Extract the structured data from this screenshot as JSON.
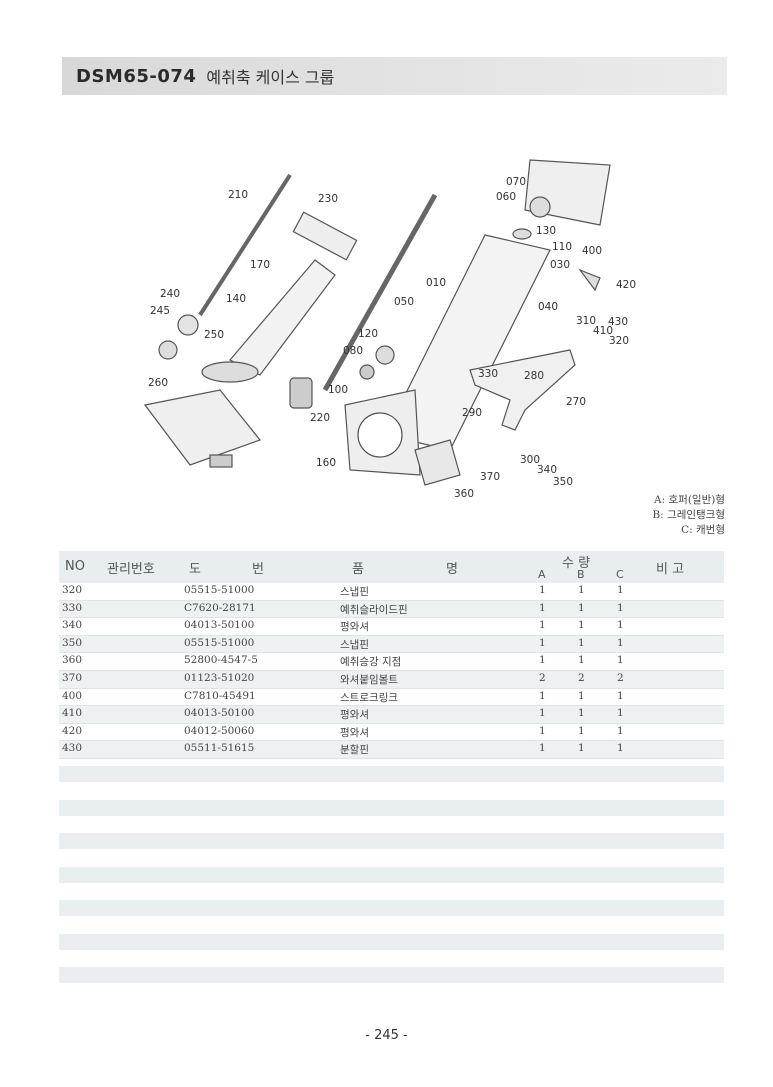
{
  "header": {
    "code": "DSM65-074",
    "title": "예취축 케이스 그룹"
  },
  "callouts": [
    "210",
    "230",
    "170",
    "140",
    "240",
    "245",
    "250",
    "260",
    "220",
    "050",
    "120",
    "080",
    "100",
    "160",
    "070",
    "060",
    "130",
    "110",
    "030",
    "010",
    "040",
    "400",
    "420",
    "310",
    "410",
    "430",
    "320",
    "330",
    "280",
    "290",
    "270",
    "300",
    "340",
    "350",
    "370",
    "360"
  ],
  "legend": [
    "A: 호퍼(일반)형",
    "B: 그레인탱크형",
    "C: 캐번형"
  ],
  "table": {
    "headers": {
      "no": "NO",
      "mgmt": "관리번호",
      "drawing_a": "도",
      "drawing_b": "번",
      "name_a": "품",
      "name_b": "명",
      "qty": "수 량",
      "qa": "A",
      "qb": "B",
      "qc": "C",
      "note": "비 고"
    },
    "rows": [
      {
        "no": "320",
        "drawing": "05515-51000",
        "name": "스냅핀",
        "a": "1",
        "b": "1",
        "c": "1"
      },
      {
        "no": "330",
        "drawing": "C7620-28171",
        "name": "예취슬라이드핀",
        "a": "1",
        "b": "1",
        "c": "1"
      },
      {
        "no": "340",
        "drawing": "04013-50100",
        "name": "평와셔",
        "a": "1",
        "b": "1",
        "c": "1"
      },
      {
        "no": "350",
        "drawing": "05515-51000",
        "name": "스냅핀",
        "a": "1",
        "b": "1",
        "c": "1"
      },
      {
        "no": "360",
        "drawing": "52800-4547-5",
        "name": "예취승강 지점",
        "a": "1",
        "b": "1",
        "c": "1"
      },
      {
        "no": "370",
        "drawing": "01123-51020",
        "name": "와셔붙임볼트",
        "a": "2",
        "b": "2",
        "c": "2"
      },
      {
        "no": "400",
        "drawing": "C7810-45491",
        "name": "스트로크링크",
        "a": "1",
        "b": "1",
        "c": "1"
      },
      {
        "no": "410",
        "drawing": "04013-50100",
        "name": "평와셔",
        "a": "1",
        "b": "1",
        "c": "1"
      },
      {
        "no": "420",
        "drawing": "04012-50060",
        "name": "평와셔",
        "a": "1",
        "b": "1",
        "c": "1"
      },
      {
        "no": "430",
        "drawing": "05511-51615",
        "name": "분할핀",
        "a": "1",
        "b": "1",
        "c": "1"
      }
    ]
  },
  "page_number": "- 245 -"
}
